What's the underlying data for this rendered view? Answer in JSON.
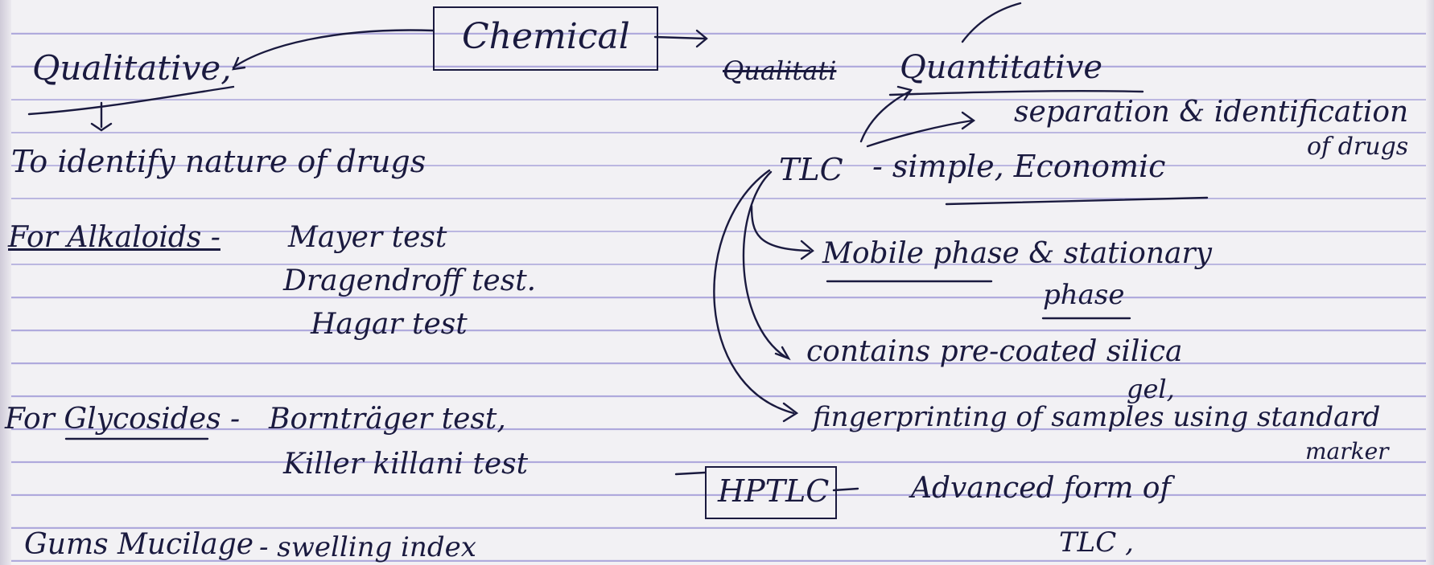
{
  "header": {
    "chemical": "Chemical",
    "qualitative": "Qualitative,",
    "quantitative_struck": "Qualitati",
    "quantitative": "Quantitative"
  },
  "left": {
    "purpose": "To identify nature of drugs",
    "alkaloids_label": "For Alkaloids -",
    "alkaloid_tests": [
      "Mayer test",
      "Dragendroff test.",
      "Hagar test"
    ],
    "glycosides_label": "For Glycosides -",
    "glycoside_tests": [
      "Bornträger test,",
      "Killer killani test"
    ],
    "gums_label": "Gums Mucilage",
    "gums_test": "- swelling index"
  },
  "right": {
    "separation": "separation & identification",
    "of_drugs": "of drugs",
    "tlc": "TLC",
    "simple": "- simple, Economic",
    "mobile": "Mobile phase & stationary",
    "phase": "phase",
    "contains": "contains pre-coated silica",
    "gel": "gel,",
    "fingerprinting": "fingerprinting of samples using standard",
    "marker": "marker",
    "hptlc": "HPTLC",
    "advanced": "Advanced form of",
    "tlc2": "TLC ,"
  }
}
